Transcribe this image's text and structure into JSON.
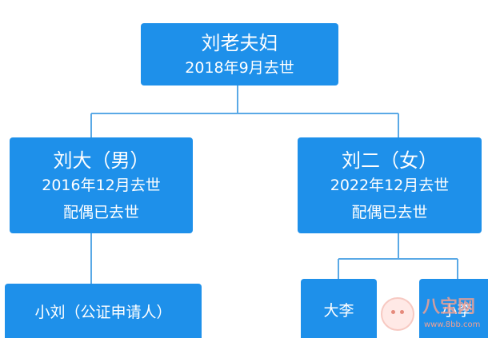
{
  "root": {
    "name": "刘老夫妇",
    "date": "2018年9月去世"
  },
  "children": [
    {
      "name": "刘大（男）",
      "date": "2016年12月去世",
      "note": "配偶已去世"
    },
    {
      "name": "刘二（女）",
      "date": "2022年12月去世",
      "note": "配偶已去世"
    }
  ],
  "grandchildren": [
    {
      "name": "小刘（公证申请人）"
    },
    {
      "name": "大李"
    },
    {
      "name": "小李"
    }
  ],
  "watermark": {
    "name": "八宝网",
    "url": "www.8bb.com"
  },
  "colors": {
    "node": "#1e90ea",
    "connector": "#5aa9e6",
    "text": "#ffffff"
  }
}
